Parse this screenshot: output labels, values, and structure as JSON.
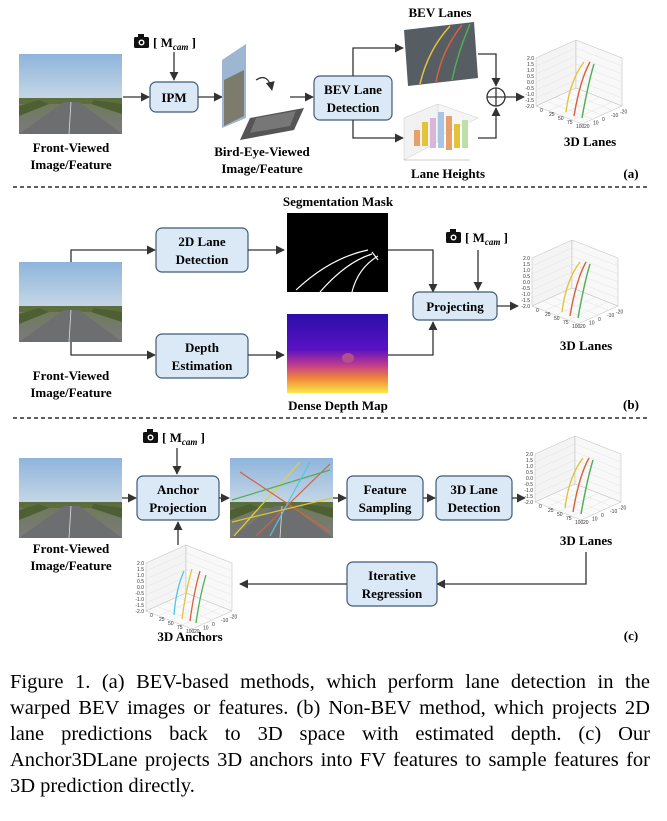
{
  "panel_a": {
    "tag": "(a)",
    "camera": "[ M",
    "camera_sub": "cam",
    "camera_close": " ]",
    "input_label": [
      "Front-Viewed",
      "Image/Feature"
    ],
    "ipm": "IPM",
    "bev_label": [
      "Bird-Eye-Viewed",
      "Image/Feature"
    ],
    "bev_detect": [
      "BEV Lane",
      "Detection"
    ],
    "bev_lanes": "BEV Lanes",
    "lane_heights": "Lane Heights",
    "output": "3D Lanes"
  },
  "panel_b": {
    "tag": "(b)",
    "camera": "[ M",
    "camera_sub": "cam",
    "camera_close": " ]",
    "input_label": [
      "Front-Viewed",
      "Image/Feature"
    ],
    "lane2d": [
      "2D Lane",
      "Detection"
    ],
    "depth": [
      "Depth",
      "Estimation"
    ],
    "seg_mask": "Segmentation Mask",
    "depth_map": "Dense Depth Map",
    "projecting": "Projecting",
    "output": "3D Lanes"
  },
  "panel_c": {
    "tag": "(c)",
    "camera": "[ M",
    "camera_sub": "cam",
    "camera_close": " ]",
    "input_label": [
      "Front-Viewed",
      "Image/Feature"
    ],
    "anchor_proj": [
      "Anchor",
      "Projection"
    ],
    "feat_samp": [
      "Feature",
      "Sampling"
    ],
    "lane3d": [
      "3D Lane",
      "Detection"
    ],
    "iterative": [
      "Iterative",
      "Regression"
    ],
    "anchors": "3D Anchors",
    "output": "3D Lanes"
  },
  "plot_ticks": {
    "z": [
      "2.0",
      "1.5",
      "1.0",
      "0.5",
      "0.0",
      "-0.5",
      "-1.0",
      "-1.5",
      "-2.0"
    ],
    "x": [
      "20",
      "10",
      "0",
      "-10",
      "-20"
    ],
    "y": [
      "0",
      "25",
      "50",
      "75",
      "100"
    ]
  },
  "colors": {
    "box_fill": "#dbe9f6",
    "box_stroke": "#3c5a78",
    "lane_yellow": "#e3c33a",
    "lane_red": "#d9603c",
    "lane_green": "#4fae56"
  },
  "caption": "Figure 1. (a) BEV-based methods, which perform lane detection in the warped BEV images or features. (b) Non-BEV method, which projects 2D lane predictions back to 3D space with estimated depth. (c) Our Anchor3DLane projects 3D anchors into FV features to sample features for 3D prediction directly."
}
